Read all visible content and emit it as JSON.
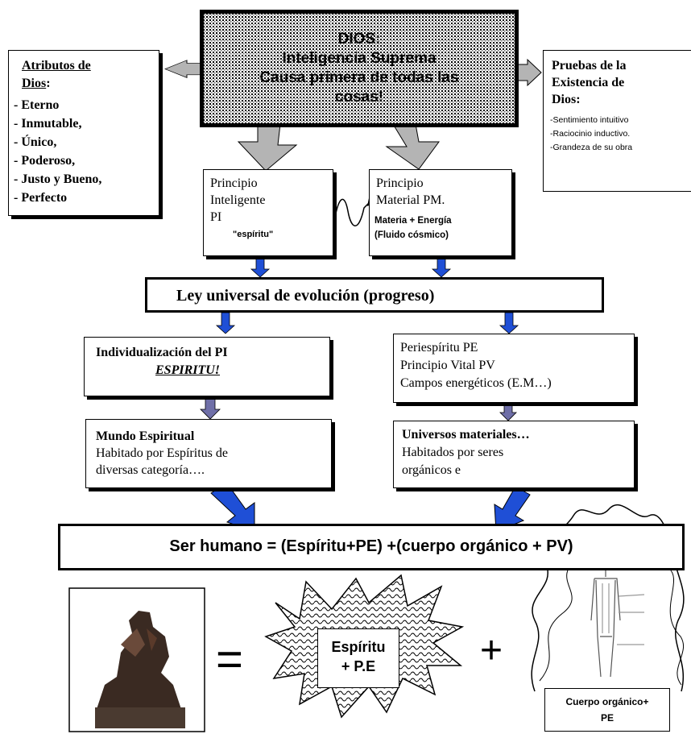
{
  "god": {
    "title": "DIOS:",
    "line1": "Inteligencia Suprema",
    "line2": "Causa primera de todas las",
    "line3": "cosas!"
  },
  "attributes": {
    "title1": "Atributos de",
    "title2": "Dios",
    "colon": ":",
    "items": [
      "- Eterno",
      "- Inmutable,",
      "- Único,",
      "- Poderoso,",
      "- Justo y Bueno,",
      "- Perfecto"
    ]
  },
  "proofs": {
    "title1": "Pruebas de la",
    "title2": "Existencia de",
    "title3": "Dios",
    "colon": ":",
    "items": [
      "-Sentimiento intuitivo",
      "-Raciocinio inductivo.",
      "-Grandeza de su obra"
    ]
  },
  "pi": {
    "line1": "Principio",
    "line2": "Inteligente",
    "line3": "PI",
    "line4": "\"espíritu\""
  },
  "pm": {
    "line1": "Principio",
    "line2": "Material PM.",
    "line3": "Materia + Energía",
    "line4": "(Fluido cósmico)"
  },
  "law": {
    "text": "Ley  universal de evolución (progreso)"
  },
  "indiv": {
    "line1": "Individualización del PI",
    "line2": "ESPIRITU!"
  },
  "peri": {
    "line1": "Periespíritu  PE",
    "line2": "Principio Vital PV",
    "line3": "Campos energéticos (E.M…)"
  },
  "spiritual": {
    "line1": "Mundo Espiritual",
    "line2": "Habitado por Espíritus de",
    "line3": "diversas categoría…."
  },
  "material": {
    "line1": "Universos materiales…",
    "line2": "Habitados por seres",
    "line3": "orgánicos e"
  },
  "human": {
    "text": "Ser humano = (Espíritu+PE) +(cuerpo orgánico + PV)"
  },
  "bottom": {
    "equals": "=",
    "spirit1": "Espíritu",
    "spirit2": "+ P.E",
    "plus": "+",
    "body1": "Cuerpo orgánico+",
    "body2": "PE"
  },
  "colors": {
    "arrow_gray": "#b4b4b4",
    "arrow_blue": "#1f4fd6",
    "arrow_red": "#8b2a1a"
  }
}
